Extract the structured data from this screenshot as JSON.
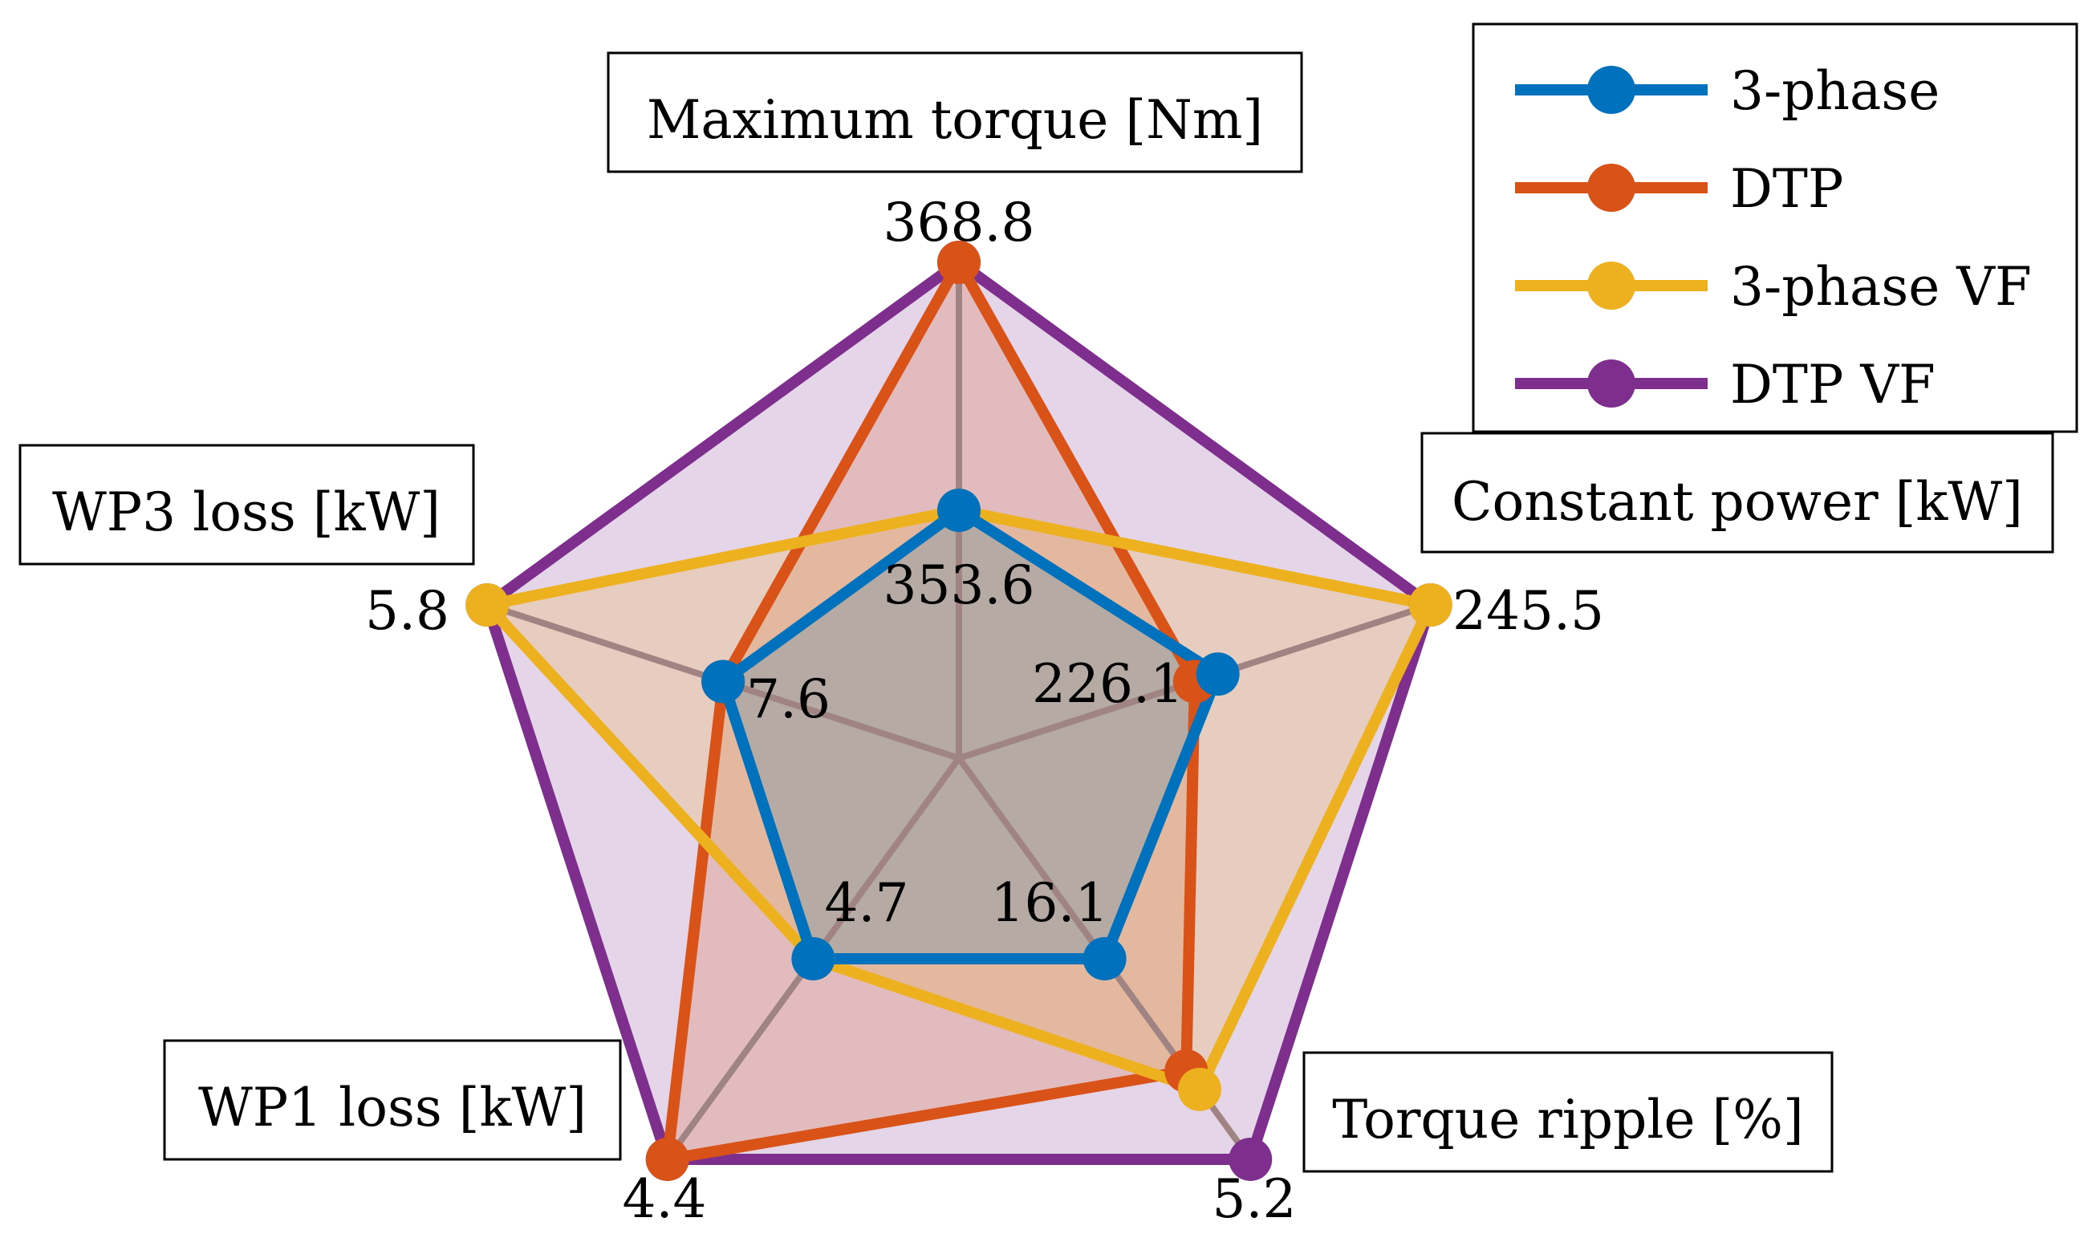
{
  "chart_data": {
    "type": "radar",
    "axes": [
      {
        "label": "Maximum torque [Nm]",
        "min": 353.6,
        "max": 368.8,
        "min_label": "353.6",
        "max_label": "368.8"
      },
      {
        "label": "Constant power [kW]",
        "min": 226.1,
        "max": 245.5,
        "min_label": "226.1",
        "max_label": "245.5"
      },
      {
        "label": "Torque ripple [%]",
        "min": 16.1,
        "max": 5.2,
        "min_label": "16.1",
        "max_label": "5.2"
      },
      {
        "label": "WP1 loss [kW]",
        "min": 4.7,
        "max": 4.4,
        "min_label": "4.7",
        "max_label": "4.4"
      },
      {
        "label": "WP3 loss [kW]",
        "min": 7.6,
        "max": 5.8,
        "min_label": "7.6",
        "max_label": "5.8"
      }
    ],
    "series": [
      {
        "name": "3-phase",
        "color": "#0072BD",
        "fill": "#d8c8d0",
        "values": [
          353.6,
          228.0,
          16.1,
          4.7,
          7.6
        ]
      },
      {
        "name": "DTP",
        "color": "#D95319",
        "fill": "#e4b8a8",
        "values": [
          368.8,
          226.1,
          10.0,
          4.4,
          7.6
        ]
      },
      {
        "name": "3-phase VF",
        "color": "#EDB120",
        "fill": "#ecd0a8",
        "values": [
          353.6,
          245.5,
          9.0,
          4.7,
          5.8
        ]
      },
      {
        "name": "DTP VF",
        "color": "#7E2F8E",
        "fill": "#e4d2e8",
        "values": [
          368.8,
          245.5,
          5.2,
          4.4,
          5.8
        ]
      }
    ],
    "legend_position": "top-right"
  }
}
